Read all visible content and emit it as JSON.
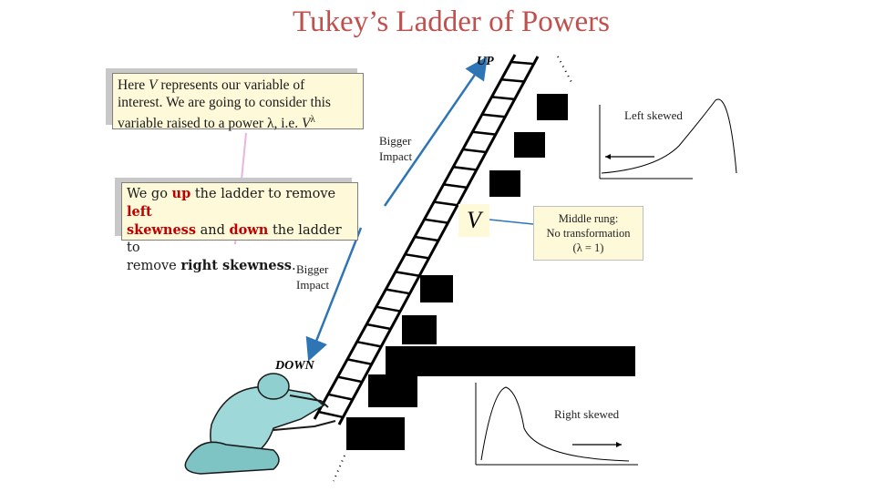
{
  "title": "Tukey’s Ladder of Powers",
  "box1": {
    "line1_prefix": "Here ",
    "v": "V",
    "line1_suffix": " represents our variable of",
    "line2": "interest.  We are going to consider this",
    "line3_prefix": "variable raised to a power ",
    "lambda": "λ",
    "line3_mid": ", i.e. ",
    "v2": "V",
    "sup": "λ"
  },
  "box2": {
    "t1": "We go ",
    "up": "up",
    "t2": " the ladder to remove ",
    "left": "left",
    "skew1": "skewness",
    "t3": " and ",
    "down": "down",
    "t4": " the ladder to",
    "t5": "remove ",
    "right": "right skewness",
    "t6": "."
  },
  "labels": {
    "up": "UP",
    "down": "DOWN",
    "bigger_impact_1a": "Bigger",
    "bigger_impact_1b": "Impact",
    "bigger_impact_2a": "Bigger",
    "bigger_impact_2b": "Impact",
    "v_symbol": "V",
    "left_skewed": "Left skewed",
    "right_skewed": "Right skewed"
  },
  "callout": {
    "line1": "Middle rung:",
    "line2": "No transformation",
    "line3": "(λ = 1)"
  },
  "colors": {
    "title": "#c0504d",
    "box_fill": "#fef9d8",
    "arrow": "#2e75b6",
    "emphasis": "#c00000"
  }
}
